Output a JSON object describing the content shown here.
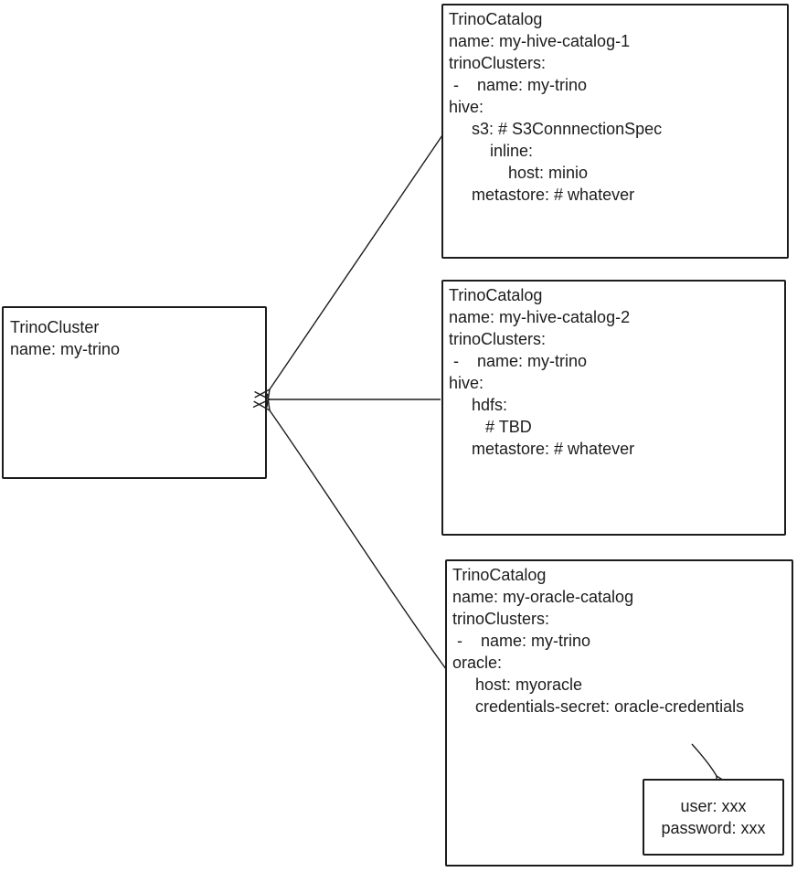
{
  "colors": {
    "ink": "#1c1c1c",
    "background": "#ffffff"
  },
  "cluster_box": {
    "kind": "TrinoCluster",
    "name": "my-trino",
    "lines": [
      "TrinoCluster",
      "name: my-trino"
    ]
  },
  "catalog_boxes": [
    {
      "kind": "TrinoCatalog",
      "name": "my-hive-catalog-1",
      "lines": [
        "TrinoCatalog",
        "name: my-hive-catalog-1",
        "trinoClusters:",
        " -    name: my-trino",
        "hive:",
        "     s3: # S3ConnnectionSpec",
        "         inline:",
        "             host: minio",
        "     metastore: # whatever"
      ]
    },
    {
      "kind": "TrinoCatalog",
      "name": "my-hive-catalog-2",
      "lines": [
        "TrinoCatalog",
        "name: my-hive-catalog-2",
        "trinoClusters:",
        " -    name: my-trino",
        "hive:",
        "     hdfs:",
        "        # TBD",
        "     metastore: # whatever"
      ]
    },
    {
      "kind": "TrinoCatalog",
      "name": "my-oracle-catalog",
      "lines": [
        "TrinoCatalog",
        "name: my-oracle-catalog",
        "trinoClusters:",
        " -    name: my-trino",
        "oracle:",
        "     host: myoracle",
        "     credentials-secret: oracle-credentials"
      ]
    }
  ],
  "secret_box": {
    "lines": [
      "user: xxx",
      "password: xxx"
    ]
  }
}
